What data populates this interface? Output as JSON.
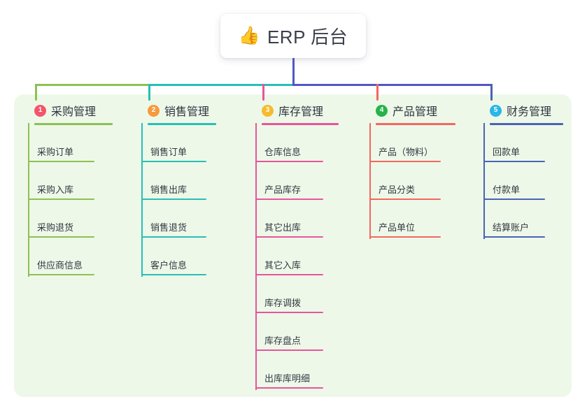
{
  "root": {
    "icon": "thumbs-up-emoji",
    "emoji": "👍",
    "title": "ERP 后台"
  },
  "palette": {
    "panel_bg": "#eef8e9",
    "page_bg": "#ffffff",
    "root_text": "#3a3f4a",
    "center_connector": "#5157c4"
  },
  "columns": [
    {
      "index": "1",
      "title": "采购管理",
      "badge_color": "#f4556a",
      "line_color": "#8cc152",
      "items": [
        {
          "label": "采购订单"
        },
        {
          "label": "采购入库"
        },
        {
          "label": "采购退货"
        },
        {
          "label": "供应商信息"
        }
      ]
    },
    {
      "index": "2",
      "title": "销售管理",
      "badge_color": "#f79a3c",
      "line_color": "#28bfb4",
      "items": [
        {
          "label": "销售订单"
        },
        {
          "label": "销售出库"
        },
        {
          "label": "销售退货"
        },
        {
          "label": "客户信息"
        }
      ]
    },
    {
      "index": "3",
      "title": "库存管理",
      "badge_color": "#f6bb2e",
      "line_color": "#e8559b",
      "items": [
        {
          "label": "仓库信息"
        },
        {
          "label": "产品库存"
        },
        {
          "label": "其它出库"
        },
        {
          "label": "其它入库"
        },
        {
          "label": "库存调拨"
        },
        {
          "label": "库存盘点"
        },
        {
          "label": "出库库明细"
        }
      ]
    },
    {
      "index": "4",
      "title": "产品管理",
      "badge_color": "#27b34a",
      "line_color": "#f2685f",
      "items": [
        {
          "label": "产品（物料）"
        },
        {
          "label": "产品分类"
        },
        {
          "label": "产品单位"
        }
      ]
    },
    {
      "index": "5",
      "title": "财务管理",
      "badge_color": "#29b6e8",
      "line_color": "#4a63b5",
      "items": [
        {
          "label": "回款单"
        },
        {
          "label": "付款单"
        },
        {
          "label": "结算账户"
        }
      ]
    }
  ]
}
